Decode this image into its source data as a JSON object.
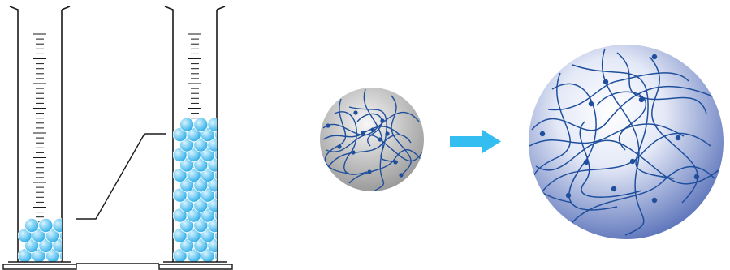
{
  "figure": {
    "description_free": true,
    "cylinders": [
      {
        "id": "left",
        "bead_fill_level": 0.18
      },
      {
        "id": "right",
        "bead_fill_level": 0.58
      }
    ],
    "gels": [
      {
        "id": "small-gel",
        "state": "dry"
      },
      {
        "id": "large-gel",
        "state": "swollen"
      }
    ],
    "colors": {
      "glass_outline": "#1a1a1a",
      "bead_light": "#d8f4ff",
      "bead_dark": "#1ca7e6",
      "arrow": "#34bdf0",
      "polymer_chain": "#1f4f9c",
      "small_sphere_light": "#f7f7f7",
      "small_sphere_dark": "#8d8d8d",
      "large_sphere_light": "#ffffff",
      "large_sphere_dark": "#3350a8"
    },
    "icons": [
      "graduated-cylinder-icon",
      "bead-icon",
      "polymer-network-icon",
      "right-arrow-icon"
    ]
  }
}
